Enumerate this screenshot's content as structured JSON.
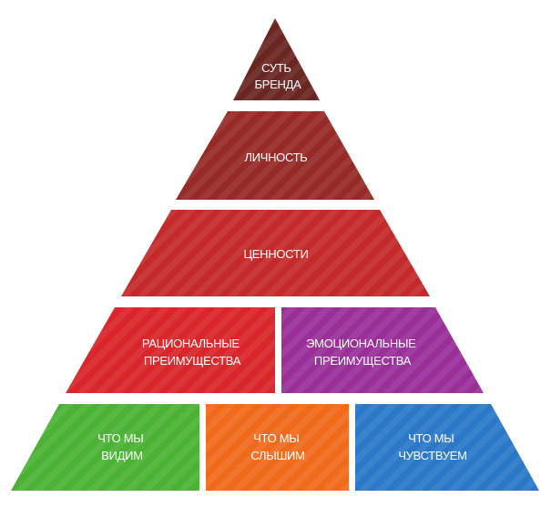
{
  "segments": {
    "brand_essence": {
      "lines": [
        "СУТЬ",
        "БРЕНДА"
      ],
      "color": "#6b2622"
    },
    "personality": {
      "lines": [
        "ЛИЧНОСТЬ"
      ],
      "color": "#962a27"
    },
    "values": {
      "lines": [
        "ЦЕННОСТИ"
      ],
      "color": "#c42a2a"
    },
    "rational_benefits": {
      "lines": [
        "РАЦИОНАЛЬНЫЕ",
        "ПРЕИМУЩЕСТВА"
      ],
      "color": "#d8262a"
    },
    "emotional_benefits": {
      "lines": [
        "ЭМОЦИОНАЛЬНЫЕ",
        "ПРЕИМУЩЕСТВА"
      ],
      "color": "#9a2f9a"
    },
    "what_we_see": {
      "lines": [
        "ЧТО МЫ",
        "ВИДИМ"
      ],
      "color": "#4cb236"
    },
    "what_we_hear": {
      "lines": [
        "ЧТО МЫ",
        "СЛЫШИМ"
      ],
      "color": "#f06a1c"
    },
    "what_we_feel": {
      "lines": [
        "ЧТО МЫ",
        "ЧУВСТВУЕМ"
      ],
      "color": "#2c78c8"
    }
  }
}
